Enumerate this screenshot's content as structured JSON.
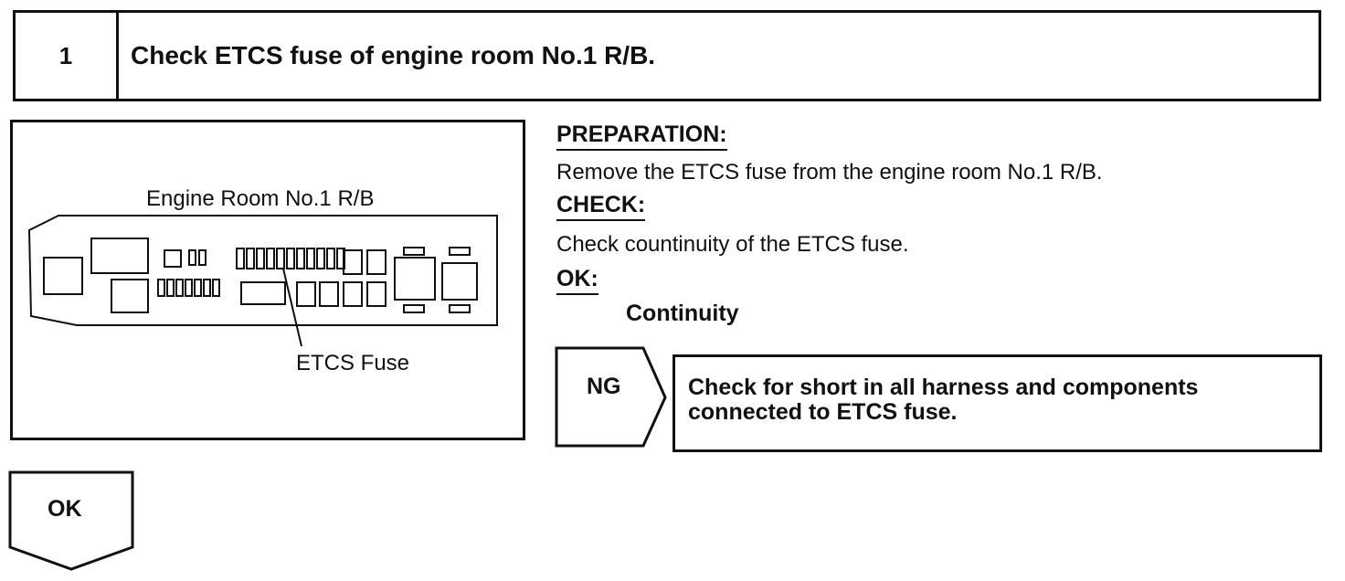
{
  "step": {
    "number": "1",
    "title": "Check ETCS fuse of engine room No.1 R/B."
  },
  "figure": {
    "title_label": "Engine Room No.1 R/B",
    "callout_label": "ETCS Fuse"
  },
  "instructions": {
    "preparation_heading": "PREPARATION:",
    "preparation_text": "Remove the ETCS fuse from the engine room No.1 R/B.",
    "check_heading": "CHECK:",
    "check_text": "Check countinuity of the ETCS fuse.",
    "ok_heading": "OK:",
    "ok_value": "Continuity"
  },
  "ng_branch": {
    "tag": "NG",
    "result_line1": "Check for short in all harness and components",
    "result_line2": "connected to ETCS fuse."
  },
  "ok_branch": {
    "tag": "OK"
  }
}
